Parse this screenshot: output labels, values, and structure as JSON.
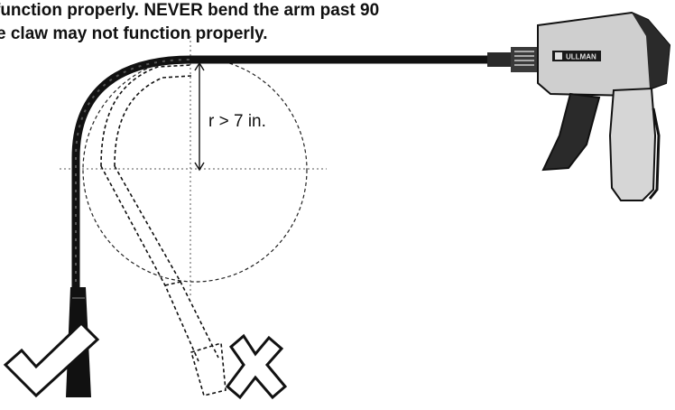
{
  "caption": {
    "line1": "function properly. NEVER bend the arm past 90",
    "line2": "e claw may not function properly."
  },
  "radius_label": "r > 7 in.",
  "brand_label": "ULLMAN",
  "colors": {
    "ink": "#111111",
    "tool_body": "#cfcfcf",
    "tool_dark": "#2a2a2a"
  },
  "icons": {
    "correct": "checkmark-icon",
    "incorrect": "x-mark-icon"
  }
}
